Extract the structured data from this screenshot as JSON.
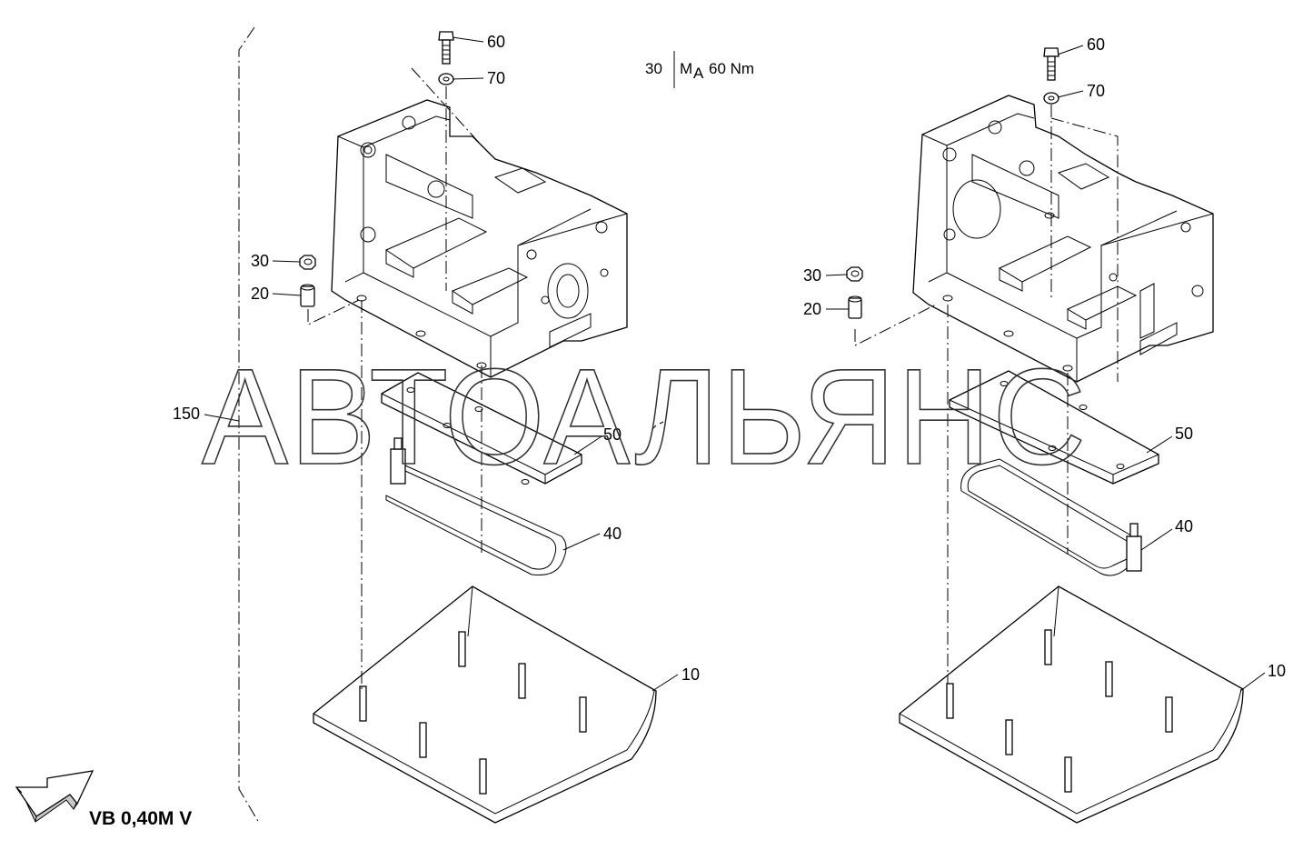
{
  "watermark": "АВТОАЛЬЯНС",
  "torque_note": {
    "item": "30",
    "symbol": "M",
    "subscript": "A",
    "value": "60 Nm"
  },
  "footer_label": "VB 0,40M V",
  "left_assembly": {
    "callouts": {
      "c60": "60",
      "c70": "70",
      "c30": "30",
      "c20": "20",
      "c150": "150",
      "c50": "50",
      "c40": "40",
      "c10": "10"
    }
  },
  "right_assembly": {
    "callouts": {
      "c60": "60",
      "c70": "70",
      "c30": "30",
      "c20": "20",
      "c50": "50",
      "c40": "40",
      "c10": "10"
    }
  },
  "icons": {
    "view_arrow": "direction-arrow-icon"
  }
}
